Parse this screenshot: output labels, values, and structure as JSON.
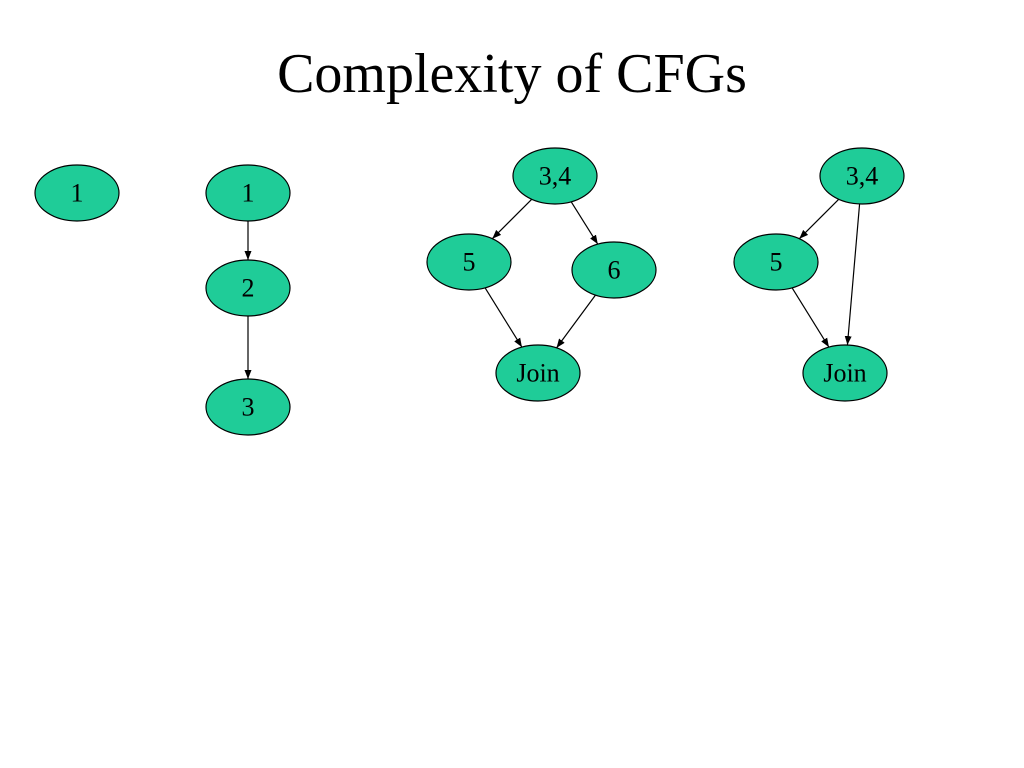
{
  "slide": {
    "title": "Complexity of CFGs"
  },
  "colors": {
    "node_fill": "#1fcc98",
    "node_stroke": "#000000",
    "edge": "#000000"
  },
  "graphs": [
    {
      "id": "g1",
      "nodes": [
        {
          "id": "n1",
          "label": "1"
        }
      ],
      "edges": []
    },
    {
      "id": "g2",
      "nodes": [
        {
          "id": "n1",
          "label": "1"
        },
        {
          "id": "n2",
          "label": "2"
        },
        {
          "id": "n3",
          "label": "3"
        }
      ],
      "edges": [
        {
          "from": "n1",
          "to": "n2"
        },
        {
          "from": "n2",
          "to": "n3"
        }
      ]
    },
    {
      "id": "g3",
      "nodes": [
        {
          "id": "n34",
          "label": "3,4"
        },
        {
          "id": "n5",
          "label": "5"
        },
        {
          "id": "n6",
          "label": "6"
        },
        {
          "id": "join",
          "label": "Join"
        }
      ],
      "edges": [
        {
          "from": "n34",
          "to": "n5"
        },
        {
          "from": "n34",
          "to": "n6"
        },
        {
          "from": "n5",
          "to": "join"
        },
        {
          "from": "n6",
          "to": "join"
        }
      ]
    },
    {
      "id": "g4",
      "nodes": [
        {
          "id": "n34",
          "label": "3,4"
        },
        {
          "id": "n5",
          "label": "5"
        },
        {
          "id": "join",
          "label": "Join"
        }
      ],
      "edges": [
        {
          "from": "n34",
          "to": "n5"
        },
        {
          "from": "n34",
          "to": "join"
        },
        {
          "from": "n5",
          "to": "join"
        }
      ]
    }
  ]
}
